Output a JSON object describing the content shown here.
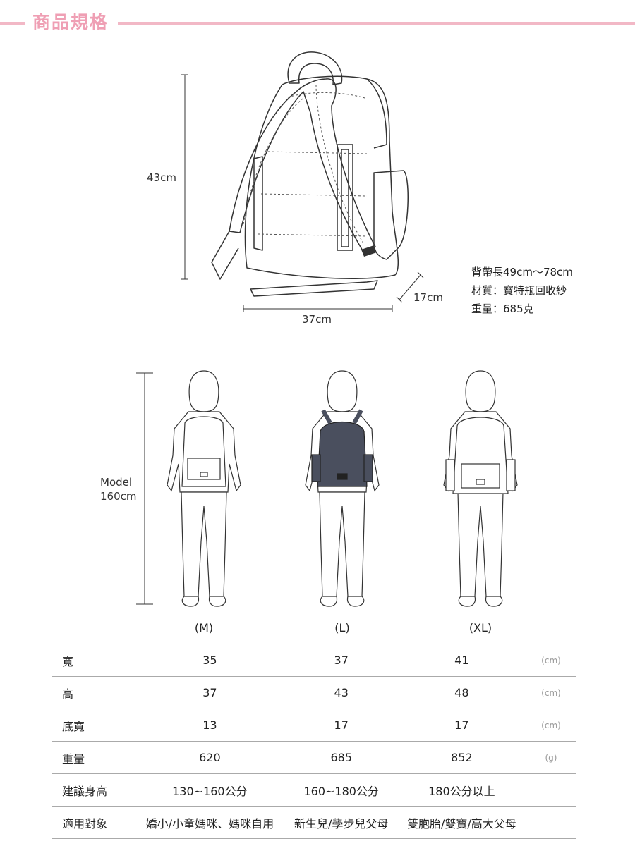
{
  "header": {
    "title": "商品規格"
  },
  "dimensions": {
    "height": "43cm",
    "width": "37cm",
    "depth": "17cm"
  },
  "specs": [
    "背帶長49cm～78cm",
    "材質：寶特瓶回收紗",
    "重量：685克"
  ],
  "model": {
    "line1": "Model",
    "line2": "160cm"
  },
  "sizes": [
    "(M)",
    "(L)",
    "(XL)"
  ],
  "table": {
    "rows": [
      {
        "label": "寬",
        "values": [
          "35",
          "37",
          "41"
        ],
        "unit": "(cm)"
      },
      {
        "label": "高",
        "values": [
          "37",
          "43",
          "48"
        ],
        "unit": "(cm)"
      },
      {
        "label": "底寬",
        "values": [
          "13",
          "17",
          "17"
        ],
        "unit": "(cm)"
      },
      {
        "label": "重量",
        "values": [
          "620",
          "685",
          "852"
        ],
        "unit": "(g)"
      },
      {
        "label": "建議身高",
        "values": [
          "130~160公分",
          "160~180公分",
          "180公分以上"
        ],
        "unit": ""
      },
      {
        "label": "適用對象",
        "values": [
          "嬌小/小童媽咪、媽咪自用",
          "新生兒/學步兒父母",
          "雙胞胎/雙寶/高大父母"
        ],
        "unit": ""
      }
    ]
  },
  "colors": {
    "accent": "#f2b8c6",
    "title": "#ef9fb4",
    "backpack_fill": "#4a4f5e"
  }
}
